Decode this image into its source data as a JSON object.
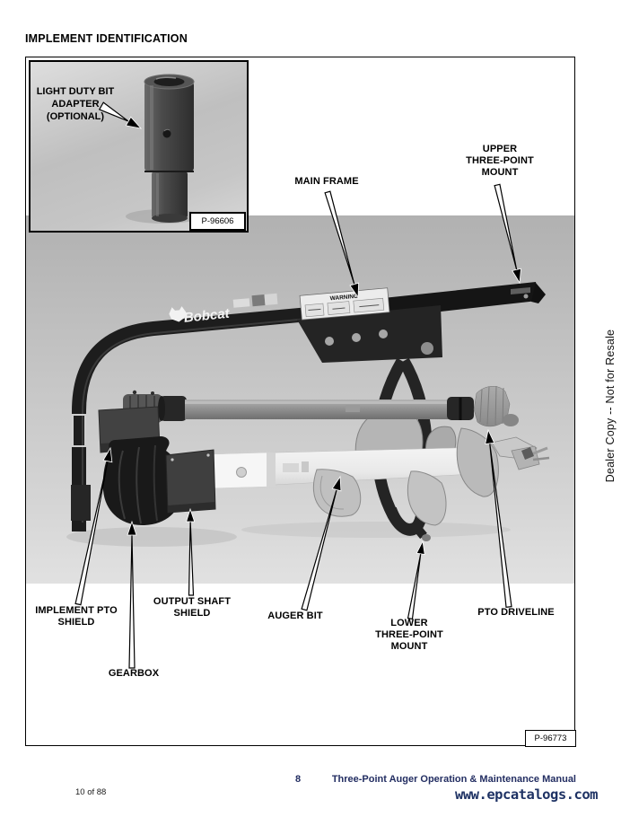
{
  "page": {
    "title": "IMPLEMENT IDENTIFICATION"
  },
  "figure": {
    "inset": {
      "label": "LIGHT DUTY BIT\nADAPTER\n(OPTIONAL)",
      "photo_id": "P-96606"
    },
    "photo_id": "P-96773",
    "equipment_brand": "Bobcat",
    "warning_label": "WARNING",
    "callouts": {
      "main_frame": "MAIN FRAME",
      "upper_mount": "UPPER\nTHREE-POINT\nMOUNT",
      "implement_pto_shield": "IMPLEMENT PTO\nSHIELD",
      "gearbox": "GEARBOX",
      "output_shaft_shield": "OUTPUT SHAFT\nSHIELD",
      "auger_bit": "AUGER BIT",
      "lower_mount": "LOWER\nTHREE-POINT\nMOUNT",
      "pto_driveline": "PTO DRIVELINE"
    }
  },
  "sidebar": {
    "watermark": "Dealer Copy -- Not for Resale"
  },
  "footer": {
    "page_number": "8",
    "sheet": "10 of 88",
    "manual_title": "Three-Point Auger Operation & Maintenance Manual",
    "website": "www.epcatalogs.com"
  },
  "colors": {
    "footer_text": "#232e62",
    "link": "#1e3264",
    "photo_bg_top": "#b1b1b1",
    "photo_bg_bottom": "#dfdfdf"
  }
}
